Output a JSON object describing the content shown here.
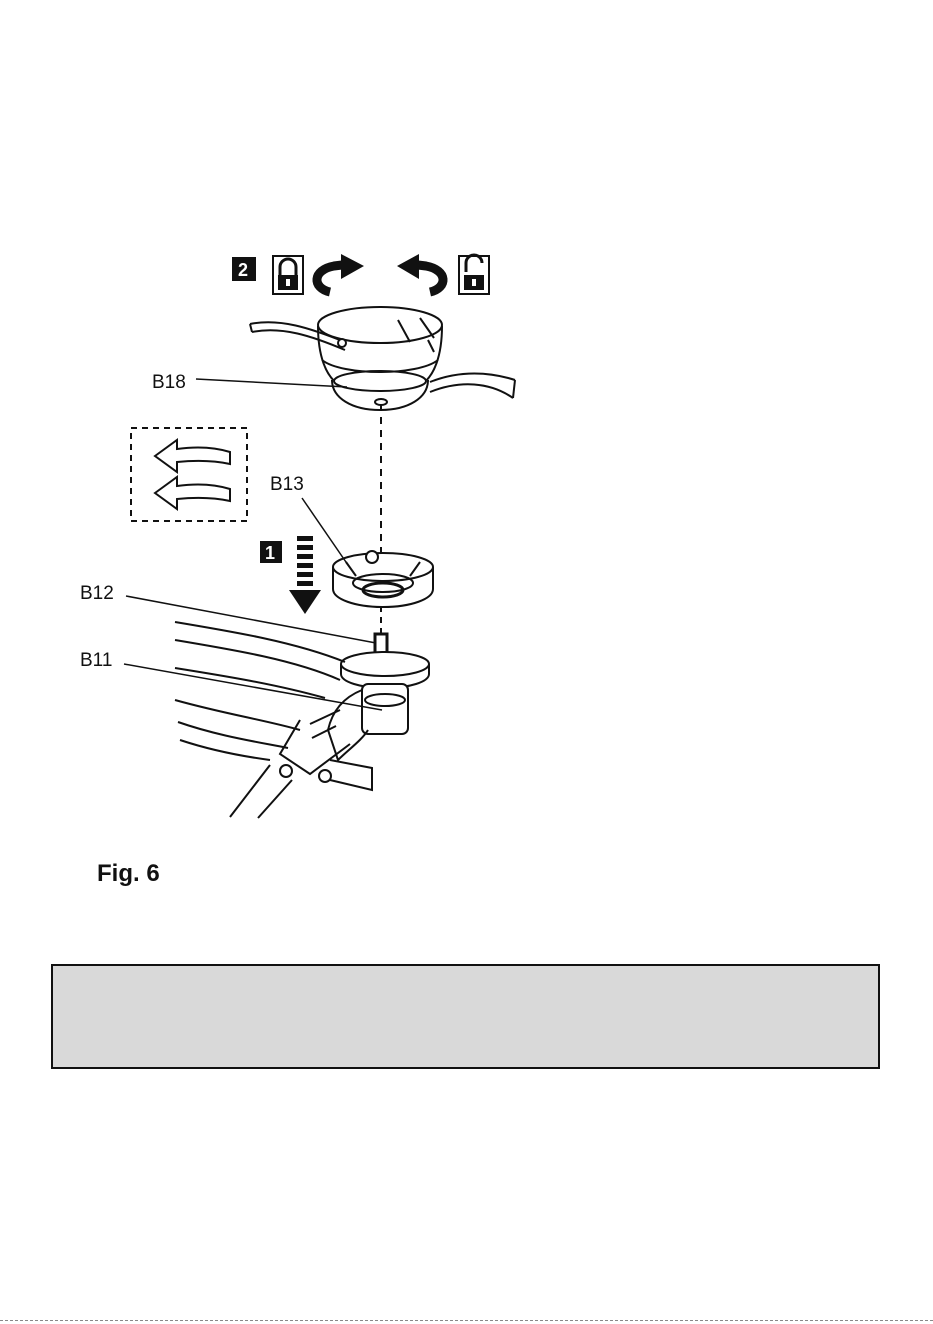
{
  "figure": {
    "caption": "Fig. 6",
    "callouts": {
      "b18": "B18",
      "b13": "B13",
      "b12": "B12",
      "b11": "B11"
    },
    "steps": {
      "step1": "1",
      "step2": "2"
    },
    "icons": [
      "lock-closed-icon",
      "rotate-clockwise-icon",
      "rotate-counterclockwise-icon",
      "lock-open-icon",
      "direction-arrow-icon",
      "push-down-arrow-icon"
    ]
  },
  "note_box": {
    "text": ""
  }
}
